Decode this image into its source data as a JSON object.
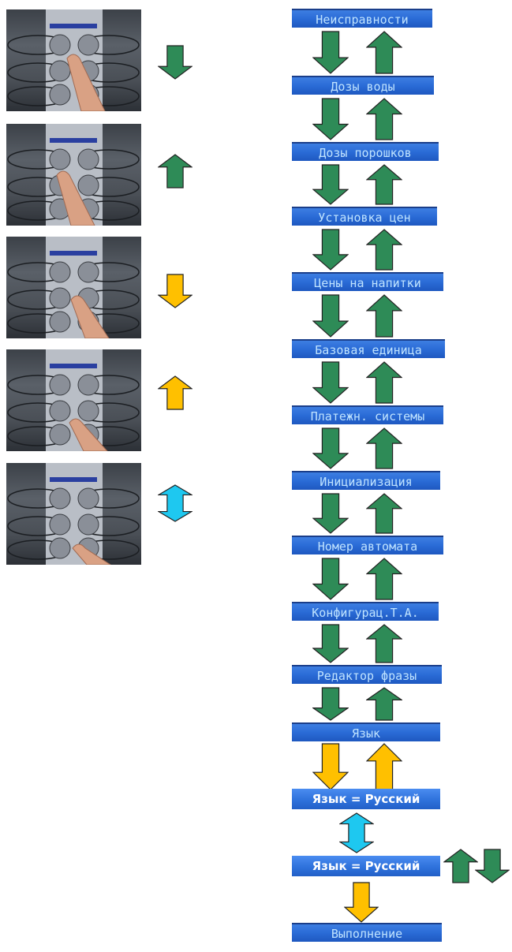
{
  "colors": {
    "green": "#2e8b57",
    "yellow": "#ffc000",
    "cyan": "#1ec8f0",
    "arrow_stroke": "#1f3d2a"
  },
  "photos": [
    {
      "name": "photo-press-down-button",
      "shows": "finger-on-top-button"
    },
    {
      "name": "photo-press-up-button",
      "shows": "finger-on-middle-button"
    },
    {
      "name": "photo-press-enter-button",
      "shows": "finger-on-lower-button"
    },
    {
      "name": "photo-press-escape-button",
      "shows": "finger-on-lower-button"
    },
    {
      "name": "photo-press-select-button",
      "shows": "finger-on-bottom-button"
    }
  ],
  "legend": [
    {
      "icon": "down-arrow-icon",
      "color": "green"
    },
    {
      "icon": "up-arrow-icon",
      "color": "green"
    },
    {
      "icon": "down-arrow-icon",
      "color": "yellow"
    },
    {
      "icon": "up-arrow-icon",
      "color": "yellow"
    },
    {
      "icon": "updown-arrow-icon",
      "color": "cyan"
    }
  ],
  "menu": {
    "items": [
      "Неисправности",
      "Дозы воды",
      "Дозы порошков",
      "Установка цен",
      "Цены на напитки",
      "Базовая единица",
      "Платежн. системы",
      "Инициализация",
      "Номер автомата",
      "Конфигурац.Т.А.",
      "Редактор фразы",
      "Язык"
    ],
    "language_setting_1": "Язык  =  Русский",
    "language_setting_2": "Язык  =  Русский",
    "result": "Выполнение"
  }
}
